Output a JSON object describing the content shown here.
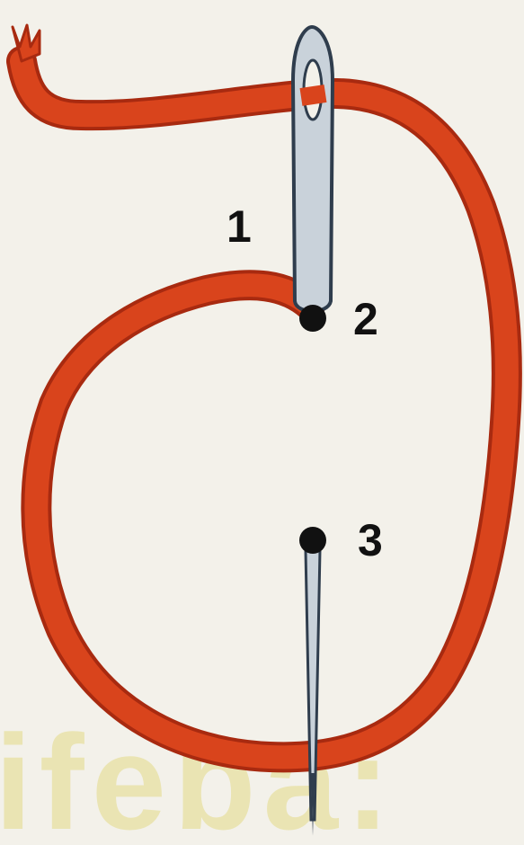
{
  "diagram": {
    "step_labels": [
      "1",
      "2",
      "3"
    ],
    "watermark": "ifeba:",
    "colors": {
      "background": "#f3f1ea",
      "thread": "#d9441c",
      "thread_outline": "#a82a10",
      "needle_fill": "#c9d2da",
      "needle_outline": "#2f3d4d",
      "stitch_point": "#111111",
      "label": "#111111",
      "watermark": "#e9e2a6"
    }
  }
}
